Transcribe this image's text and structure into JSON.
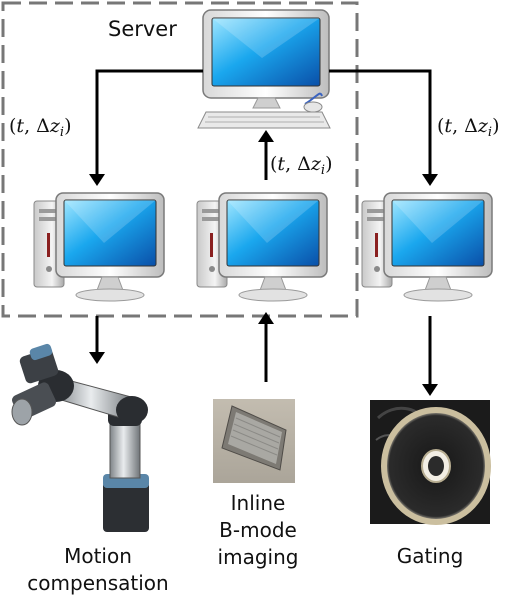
{
  "server_label": "Server",
  "edge_labels": {
    "to_left": "(t, Δz_i)",
    "from_middle": "(t, Δz_i)",
    "to_right": "(t, Δz_i)"
  },
  "math_parts": {
    "open": "(",
    "t": "t",
    "comma": ", ",
    "delta": "Δ",
    "z": "z",
    "sub": "i",
    "close": ")"
  },
  "devices": {
    "motion": [
      "Motion",
      "compensation"
    ],
    "imaging": [
      "Inline",
      "B-mode",
      "imaging"
    ],
    "gating": [
      "Gating"
    ]
  },
  "icons": [
    "server-computer-icon",
    "client-computer-icon",
    "robot-arm-icon",
    "ultrasound-probe-icon",
    "gating-ring-icon"
  ]
}
